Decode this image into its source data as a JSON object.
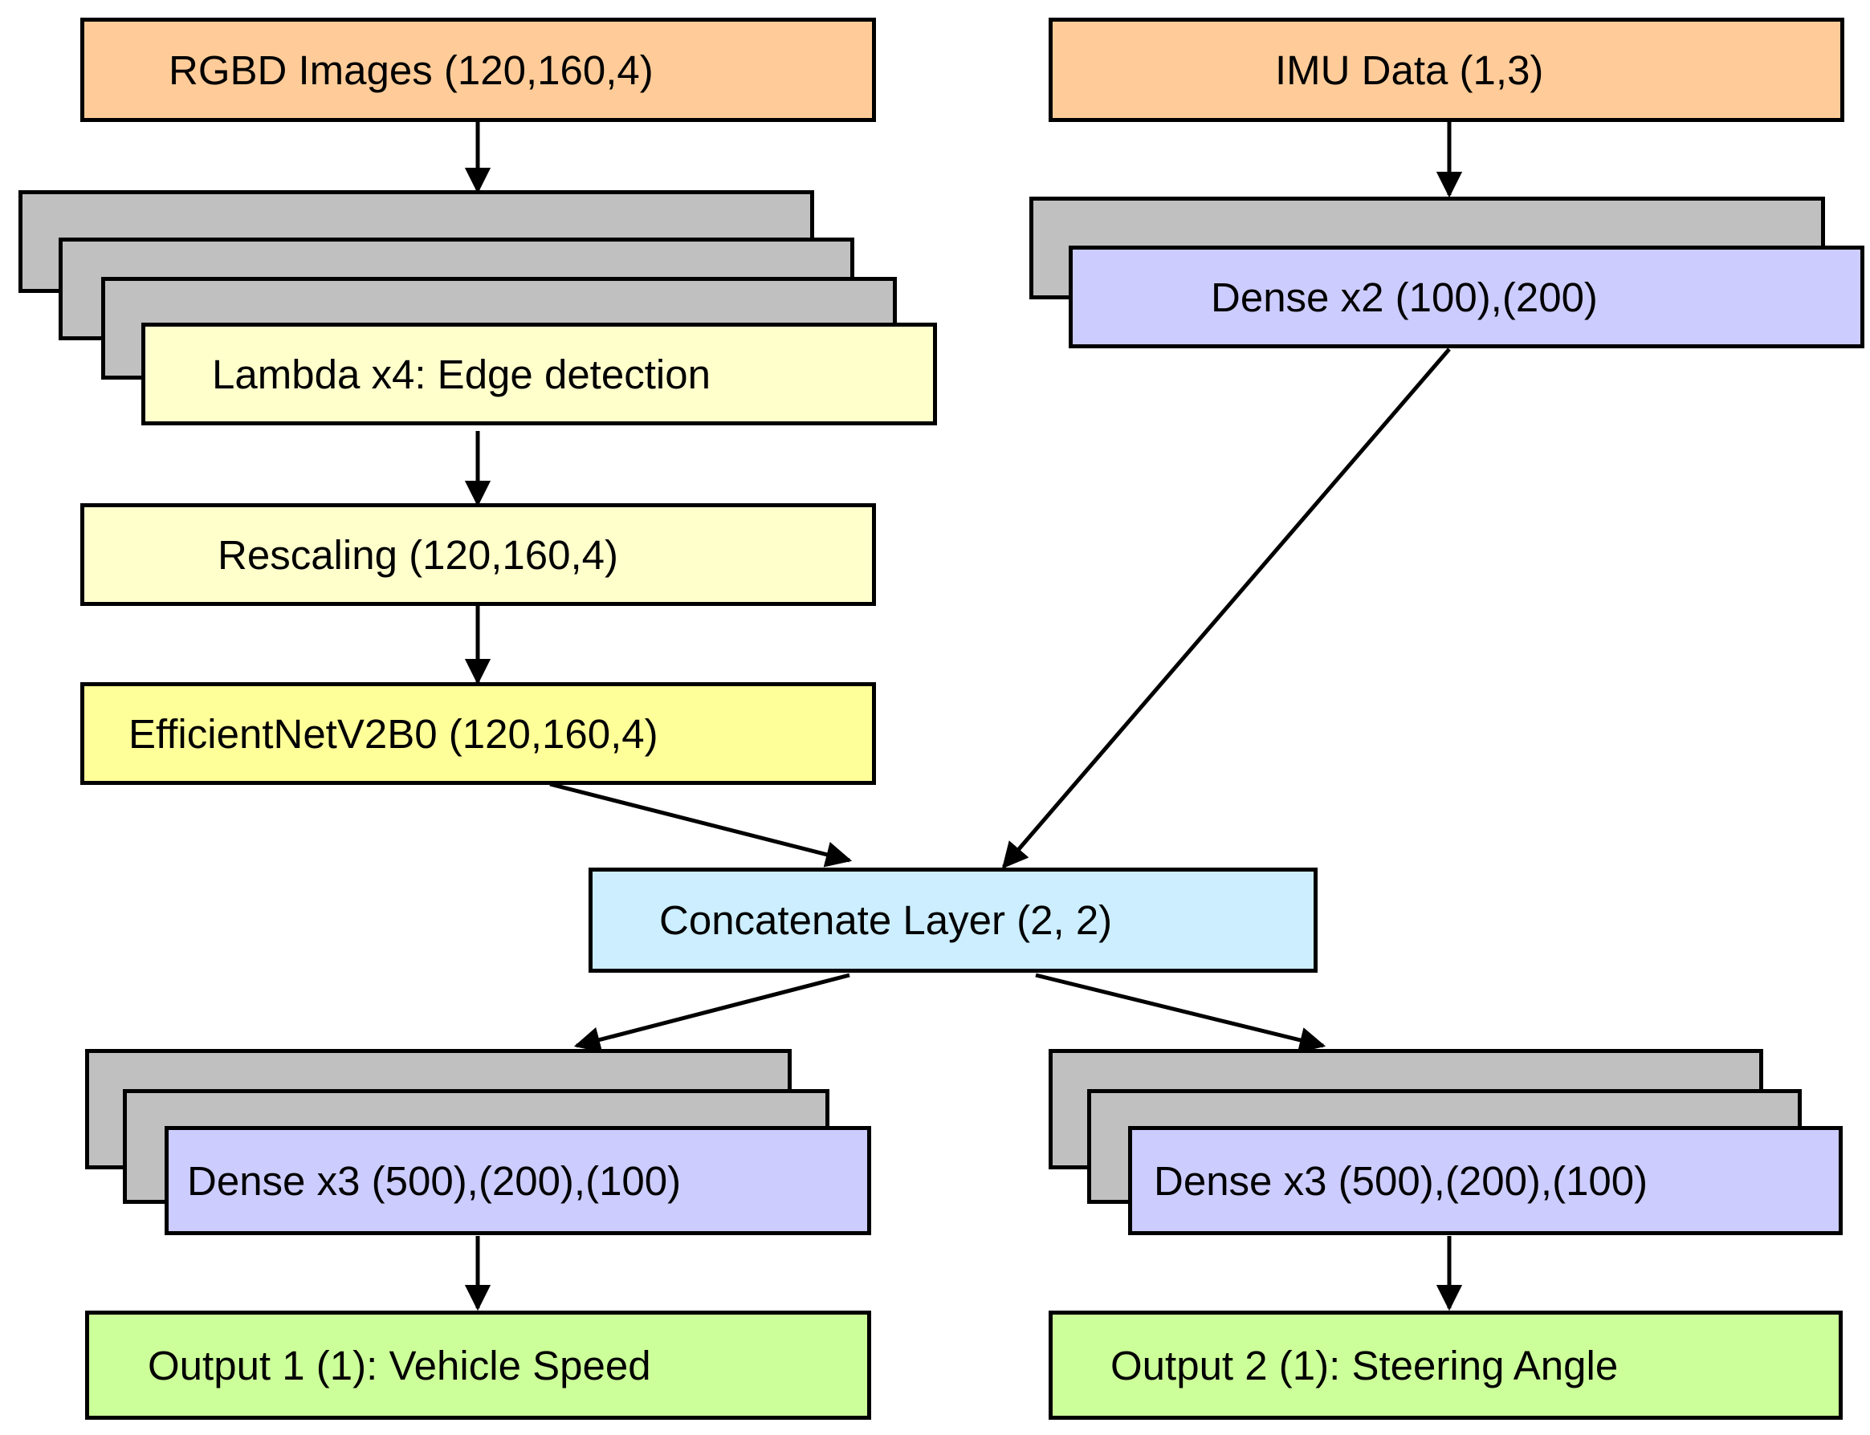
{
  "diagram": {
    "nodes": {
      "rgbd_input": "RGBD Images (120,160,4)",
      "imu_input": "IMU Data (1,3)",
      "lambda": "Lambda x4: Edge detection",
      "rescaling": "Rescaling (120,160,4)",
      "efficientnet": "EfficientNetV2B0 (120,160,4)",
      "dense_imu": "Dense x2 (100),(200)",
      "concatenate": "Concatenate Layer (2, 2)",
      "dense_speed": "Dense x3 (500),(200),(100)",
      "dense_steering": "Dense x3 (500),(200),(100)",
      "output_speed": "Output 1 (1): Vehicle Speed",
      "output_steering": "Output 2 (1): Steering Angle"
    },
    "edges": [
      {
        "from": "rgbd_input",
        "to": "lambda"
      },
      {
        "from": "lambda",
        "to": "rescaling"
      },
      {
        "from": "rescaling",
        "to": "efficientnet"
      },
      {
        "from": "efficientnet",
        "to": "concatenate"
      },
      {
        "from": "imu_input",
        "to": "dense_imu"
      },
      {
        "from": "dense_imu",
        "to": "concatenate"
      },
      {
        "from": "concatenate",
        "to": "dense_speed"
      },
      {
        "from": "concatenate",
        "to": "dense_steering"
      },
      {
        "from": "dense_speed",
        "to": "output_speed"
      },
      {
        "from": "dense_steering",
        "to": "output_steering"
      }
    ],
    "colors": {
      "input": "#ffcc99",
      "stack_shadow": "#c0c0c0",
      "preprocess": "#ffffcc",
      "backbone": "#ffff99",
      "dense": "#ccccff",
      "concatenate": "#cceeff",
      "output": "#ccff99"
    }
  }
}
